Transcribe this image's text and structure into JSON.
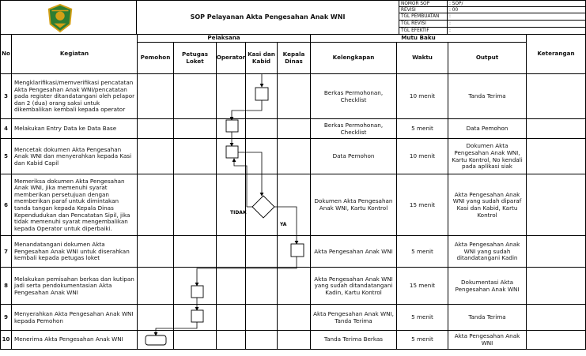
{
  "header": {
    "title": "SOP Pelayanan Akta Pengesahan Anak WNI",
    "meta": [
      {
        "label": "NOMOR SOP",
        "value": ": SOP/"
      },
      {
        "label": "REVISI",
        "value": ": 00"
      },
      {
        "label": "TGL PEMBUATAN",
        "value": ":"
      },
      {
        "label": "TGL REVISI",
        "value": ":"
      },
      {
        "label": "TGL EFEKTIF",
        "value": ":"
      }
    ]
  },
  "columns": {
    "no": "No",
    "kegiatan": "Kegiatan",
    "pelaksana_group": "Pelaksana",
    "pelaksana": [
      "Pemohon",
      "Petugas Loket",
      "Operator",
      "Kasi dan Kabid",
      "Kepala Dinas"
    ],
    "mutu_group": "Mutu Baku",
    "kelengkapan": "Kelengkapan",
    "waktu": "Waktu",
    "output": "Output",
    "keterangan": "Keterangan"
  },
  "rows": [
    {
      "no": "3",
      "kegiatan": "Mengklarifikasi/memverifikasi pencatatan Akta Pengesahan Anak WNI/pencatatan pada register ditandatangani oleh pelapor dan 2 (dua) orang saksi untuk dikembalikan kembali kepada operator",
      "kelengkapan": "Berkas Permohonan, Checklist",
      "waktu": "10 menit",
      "output": "Tanda Terima",
      "keterangan": ""
    },
    {
      "no": "4",
      "kegiatan": "Melakukan Entry Data ke Data Base",
      "kelengkapan": "Berkas Permohonan, Checklist",
      "waktu": "5 menit",
      "output": "Data Pemohon",
      "keterangan": ""
    },
    {
      "no": "5",
      "kegiatan": "Mencetak dokumen Akta Pengesahan Anak WNI dan menyerahkan kepada Kasi dan Kabid Capil",
      "kelengkapan": "Data Pemohon",
      "waktu": "10 menit",
      "output": "Dokumen Akta Pengesahan Anak WNI, Kartu Kontrol, No kendali pada aplikasi siak",
      "keterangan": ""
    },
    {
      "no": "6",
      "kegiatan": "Memeriksa dokumen Akta Pengesahan Anak WNI, jika memenuhi syarat memberikan persetujuan dengan memberikan paraf untuk dimintakan tanda tangan kepada Kepala Dinas Kependudukan dan Pencatatan Sipil, jika tidak memenuhi syarat mengembalikan kepada Operator untuk diperbaiki.",
      "kelengkapan": "Dokumen Akta Pengesahan Anak WNI, Kartu Kontrol",
      "waktu": "15 menit",
      "output": "Akta Pengesahan Anak WNI yang sudah diparaf Kasi dan Kabid, Kartu Kontrol",
      "keterangan": ""
    },
    {
      "no": "7",
      "kegiatan": "Menandatangani dokumen Akta Pengesahan Anak WNI untuk diserahkan kembali kepada petugas loket",
      "kelengkapan": "Akta Pengesahan Anak WNI",
      "waktu": "5 menit",
      "output": "Akta Pengesahan Anak WNI yang sudah ditandatangani Kadin",
      "keterangan": ""
    },
    {
      "no": "8",
      "kegiatan": "Melakukan pemisahan berkas dan kutipan jadi serta pendokumentasian Akta Pengesahan Anak WNI",
      "kelengkapan": "Akta Pengesahan Anak WNI yang sudah ditandatangani Kadin, Kartu Kontrol",
      "waktu": "15 menit",
      "output": "Dokumentasi Akta Pengesahan Anak WNI",
      "keterangan": ""
    },
    {
      "no": "9",
      "kegiatan": "Menyerahkan Akta Pengesahan Anak WNI kepada Pemohon",
      "kelengkapan": "Akta Pengesahan Anak WNI, Tanda Terima",
      "waktu": "5 menit",
      "output": "Tanda Terima",
      "keterangan": ""
    },
    {
      "no": "10",
      "kegiatan": "Menerima Akta Pengesahan Anak WNI",
      "kelengkapan": "Tanda Terima Berkas",
      "waktu": "5 menit",
      "output": "Akta Pengesahan Anak WNI",
      "keterangan": ""
    }
  ],
  "flow_labels": {
    "no": "TIDAK",
    "yes": "YA"
  },
  "colors": {
    "line": "#000000",
    "logo_green": "#2e7d32",
    "logo_gold": "#d4a017"
  },
  "icons": {
    "logo": "regency-emblem-icon"
  }
}
